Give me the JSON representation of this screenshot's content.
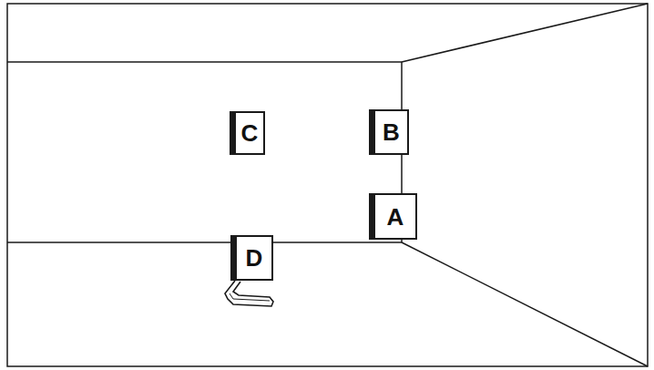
{
  "diagram": {
    "nodes": [
      {
        "text": [
          "C"
        ]
      },
      {
        "text": [
          "B"
        ]
      },
      {
        "text": [
          "A"
        ]
      },
      {
        "text": [
          "D"
        ]
      }
    ]
  }
}
